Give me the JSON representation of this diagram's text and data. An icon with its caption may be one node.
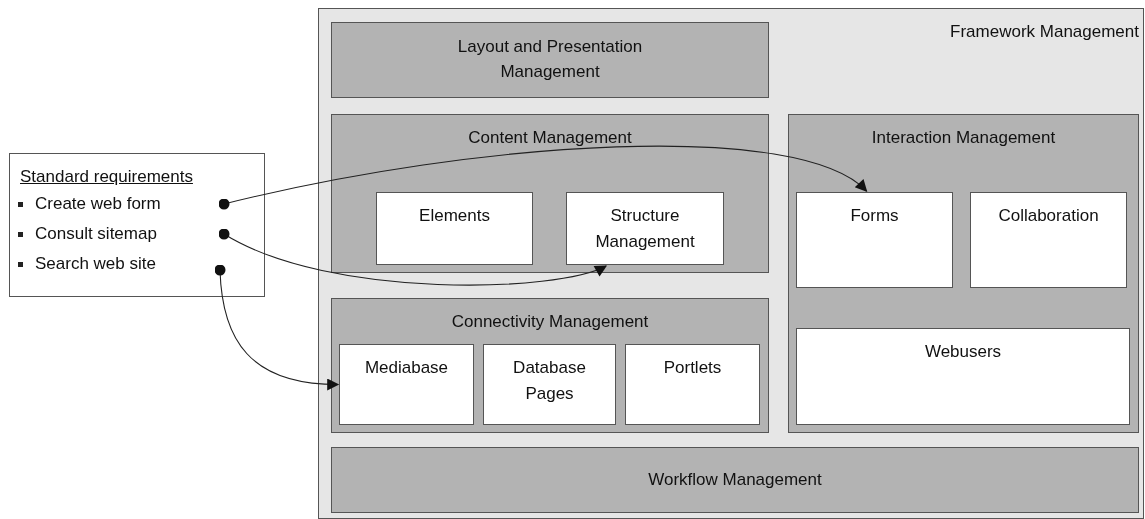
{
  "diagram": {
    "nodes": [
      {
        "text": [
          "Standard requirements"
        ]
      },
      {
        "text": [
          "Create web form"
        ],
        "in": 0
      },
      {
        "text": [
          "Consult sitemap"
        ],
        "in": 0
      },
      {
        "text": [
          "Search web site"
        ],
        "in": 0
      },
      {
        "text": [
          "Framework Management"
        ]
      },
      {
        "text": [
          "Layout and Presentation Management"
        ],
        "in": 4
      },
      {
        "text": [
          "Content Management"
        ],
        "in": 4
      },
      {
        "text": [
          "Elements"
        ],
        "in": 6
      },
      {
        "text": [
          "Structure Management"
        ],
        "in": 6
      },
      {
        "text": [
          "Interaction Management"
        ],
        "in": 4
      },
      {
        "text": [
          "Forms"
        ],
        "in": 9
      },
      {
        "text": [
          "Collaboration"
        ],
        "in": 9
      },
      {
        "text": [
          "Webusers"
        ],
        "in": 9
      },
      {
        "text": [
          "Connectivity Management"
        ],
        "in": 4
      },
      {
        "text": [
          "Mediabase"
        ],
        "in": 13
      },
      {
        "text": [
          "Database Pages"
        ],
        "in": 13
      },
      {
        "text": [
          "Portlets"
        ],
        "in": 13
      },
      {
        "text": [
          "Workflow Management"
        ],
        "in": 4
      }
    ],
    "edges": [
      {
        "from": 1,
        "to": 10,
        "arrow": "to"
      },
      {
        "from": 2,
        "to": 8,
        "arrow": "to"
      },
      {
        "from": 3,
        "to": 14,
        "arrow": "to"
      }
    ]
  }
}
